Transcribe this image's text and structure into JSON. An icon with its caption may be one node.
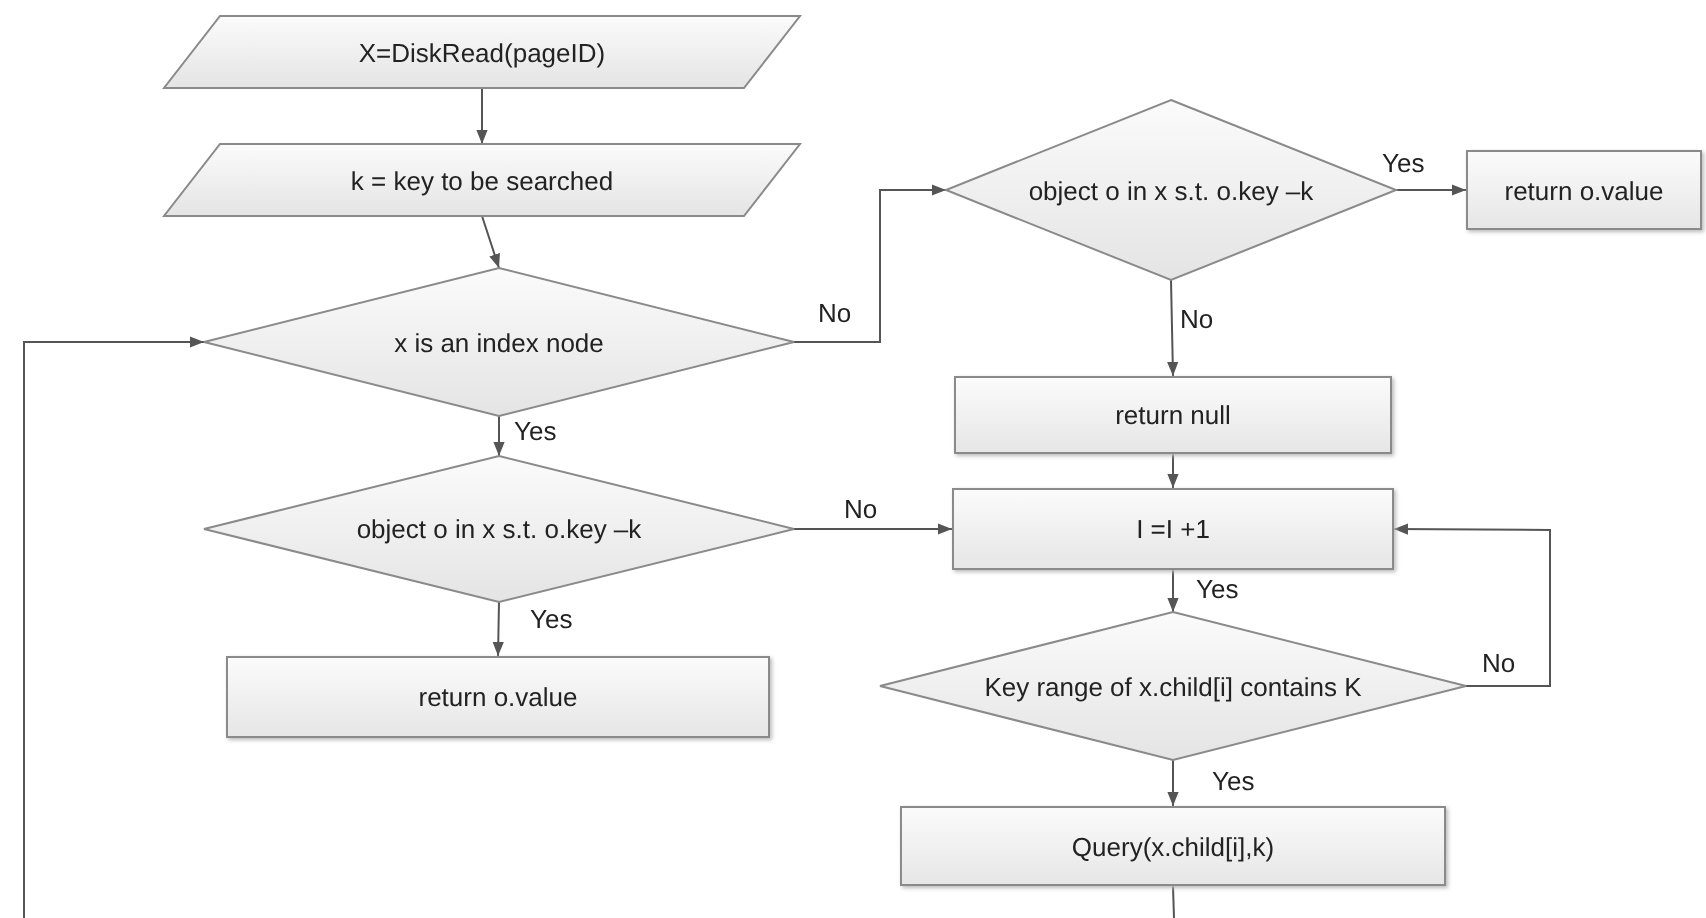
{
  "diagram": {
    "nodes": [
      {
        "text": [
          "X=DiskRead(pageID)"
        ]
      },
      {
        "text": [
          "k = key to be searched"
        ]
      },
      {
        "text": [
          "x is an index node"
        ]
      },
      {
        "text": [
          "object o in x s.t. o.key –k"
        ]
      },
      {
        "text": [
          "return o.value"
        ]
      },
      {
        "text": [
          "return null"
        ]
      },
      {
        "text": [
          "object o in x s.t.  o.key –k"
        ]
      },
      {
        "text": [
          "return o.value"
        ]
      },
      {
        "text": [
          "I =I +1"
        ]
      },
      {
        "text": [
          "Key range of x.child[i] contains K"
        ]
      },
      {
        "text": [
          "Query(x.child[i],k)"
        ]
      }
    ],
    "edges": [
      {
        "from": 0,
        "to": 1,
        "arrow": "to"
      },
      {
        "from": 1,
        "to": 2,
        "arrow": "to"
      },
      {
        "from": 2,
        "to": 3,
        "arrow": "to",
        "label": "No"
      },
      {
        "from": 3,
        "to": 4,
        "arrow": "to",
        "label": "Yes"
      },
      {
        "from": 3,
        "to": 5,
        "arrow": "to",
        "label": "No"
      },
      {
        "from": 2,
        "to": 6,
        "arrow": "to",
        "label": "Yes"
      },
      {
        "from": 6,
        "to": 8,
        "arrow": "to",
        "label": "No"
      },
      {
        "from": 6,
        "to": 7,
        "arrow": "to",
        "label": "Yes"
      },
      {
        "from": 5,
        "to": 8,
        "arrow": "to"
      },
      {
        "from": 8,
        "to": 9,
        "arrow": "to",
        "label": "Yes"
      },
      {
        "from": 9,
        "to": 8,
        "arrow": "to",
        "label": "No"
      },
      {
        "from": 9,
        "to": 10,
        "arrow": "to",
        "label": "Yes"
      },
      {
        "from": 10,
        "to": null,
        "arrow": "none"
      },
      {
        "from": null,
        "to": 2,
        "arrow": "to"
      }
    ]
  }
}
